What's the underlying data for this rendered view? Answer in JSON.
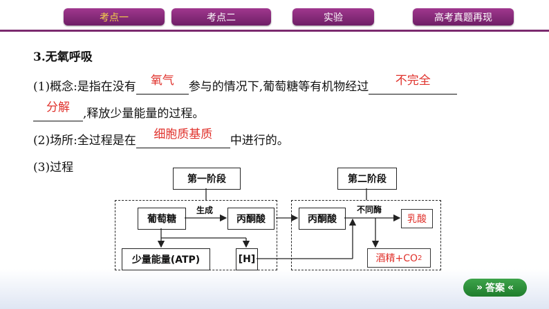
{
  "nav": {
    "tabs": [
      {
        "label": "考点一",
        "active": true
      },
      {
        "label": "考点二",
        "active": false
      },
      {
        "label": "实验",
        "active": false
      },
      {
        "label": "高考真题再现",
        "active": false
      }
    ]
  },
  "content": {
    "heading": "3.无氧呼吸",
    "concept": {
      "prefix": "(1)概念:是指在没有",
      "blank1": "氧气",
      "mid": "参与的情况下,葡萄糖等有机物经过",
      "blank2": "不完全",
      "blank3": "分解",
      "suffix": ",释放少量能量的过程。"
    },
    "location": {
      "prefix": "(2)场所:全过程是在",
      "blank": "细胞质基质",
      "suffix": "中进行的。"
    },
    "process_label": "(3)过程"
  },
  "diagram": {
    "stage1": "第一阶段",
    "stage2": "第二阶段",
    "glucose": "葡萄糖",
    "generate": "生成",
    "pyruvate1": "丙酮酸",
    "pyruvate2": "丙酮酸",
    "enzymes": "不同酶",
    "lactic": "乳酸",
    "alcohol": "酒精+CO",
    "alcohol_sub": "2",
    "energy": "少量能量(ATP)",
    "h": "[H]"
  },
  "answer_button": {
    "label": "答案",
    "icon": "double-chevron-icon"
  },
  "colors": {
    "tab": "#8a2a7e",
    "tab_active_text": "#f7d34a",
    "answer_red": "#e0322c",
    "button_green": "#2e8f3c"
  }
}
